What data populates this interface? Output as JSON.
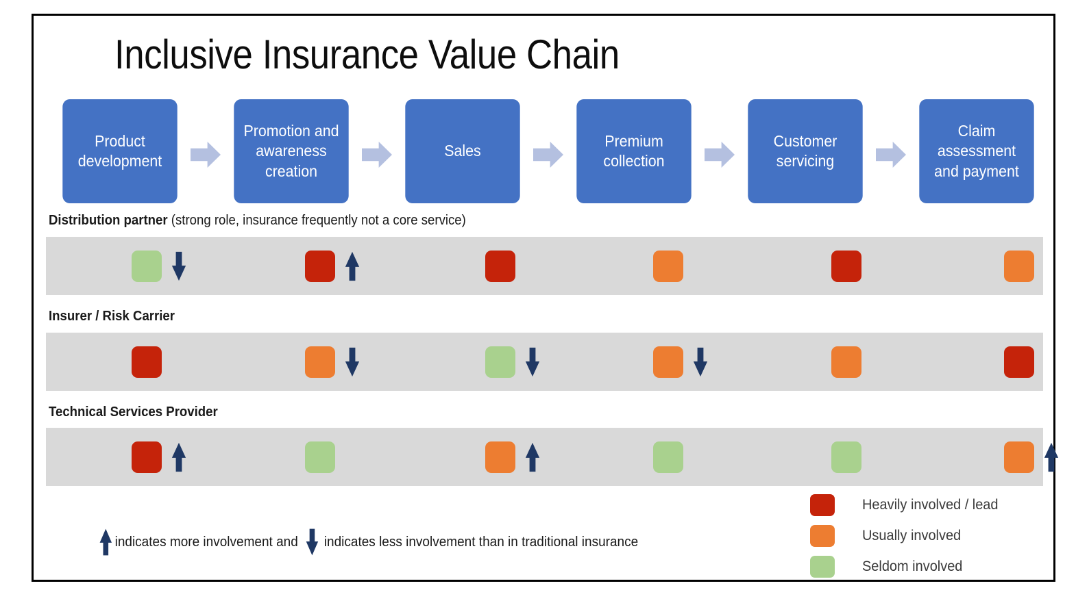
{
  "title": "Inclusive Insurance Value Chain",
  "colors": {
    "box_blue": "#4472c4",
    "chevron_blue": "#b4c0e0",
    "band_gray": "#d9d9d9",
    "arrow_navy": "#1f3864",
    "heavy_red": "#c5230a",
    "usually_orange": "#ed7d31",
    "seldom_green": "#a9d18e",
    "border_black": "#000000"
  },
  "chain": {
    "stages": [
      {
        "label": "Product development"
      },
      {
        "label": "Promotion and awareness creation"
      },
      {
        "label": "Sales"
      },
      {
        "label": "Premium collection"
      },
      {
        "label": "Customer servicing"
      },
      {
        "label": "Claim assessment and payment"
      }
    ],
    "connector_icon": "chevron-right-icon"
  },
  "rows": [
    {
      "name": "Distribution partner",
      "note": "(strong role, insurance frequently not a core service)",
      "cells": [
        {
          "level": "Seldom involved",
          "color": "#a9d18e",
          "trend": "down"
        },
        {
          "level": "Heavily involved / lead",
          "color": "#c5230a",
          "trend": "up"
        },
        {
          "level": "Heavily involved / lead",
          "color": "#c5230a",
          "trend": "none"
        },
        {
          "level": "Usually involved",
          "color": "#ed7d31",
          "trend": "none"
        },
        {
          "level": "Heavily involved / lead",
          "color": "#c5230a",
          "trend": "none"
        },
        {
          "level": "Usually involved",
          "color": "#ed7d31",
          "trend": "none"
        }
      ]
    },
    {
      "name": "Insurer / Risk Carrier",
      "note": "",
      "cells": [
        {
          "level": "Heavily involved / lead",
          "color": "#c5230a",
          "trend": "none"
        },
        {
          "level": "Usually involved",
          "color": "#ed7d31",
          "trend": "down"
        },
        {
          "level": "Seldom involved",
          "color": "#a9d18e",
          "trend": "down"
        },
        {
          "level": "Usually involved",
          "color": "#ed7d31",
          "trend": "down"
        },
        {
          "level": "Usually involved",
          "color": "#ed7d31",
          "trend": "none"
        },
        {
          "level": "Heavily involved / lead",
          "color": "#c5230a",
          "trend": "none"
        }
      ]
    },
    {
      "name": "Technical Services Provider",
      "note": "",
      "cells": [
        {
          "level": "Heavily involved / lead",
          "color": "#c5230a",
          "trend": "up"
        },
        {
          "level": "Seldom involved",
          "color": "#a9d18e",
          "trend": "none"
        },
        {
          "level": "Usually involved",
          "color": "#ed7d31",
          "trend": "up"
        },
        {
          "level": "Seldom involved",
          "color": "#a9d18e",
          "trend": "none"
        },
        {
          "level": "Seldom involved",
          "color": "#a9d18e",
          "trend": "none"
        },
        {
          "level": "Usually involved",
          "color": "#ed7d31",
          "trend": "up"
        }
      ]
    }
  ],
  "footnote": {
    "up_icon": "arrow-up-icon",
    "text_one": "indicates more involvement and",
    "down_icon": "arrow-down-icon",
    "text_two": "indicates less involvement than in traditional insurance"
  },
  "legend": {
    "items": [
      {
        "label": "Heavily involved / lead",
        "color": "#c5230a"
      },
      {
        "label": "Usually involved",
        "color": "#ed7d31"
      },
      {
        "label": "Seldom involved",
        "color": "#a9d18e"
      }
    ]
  }
}
